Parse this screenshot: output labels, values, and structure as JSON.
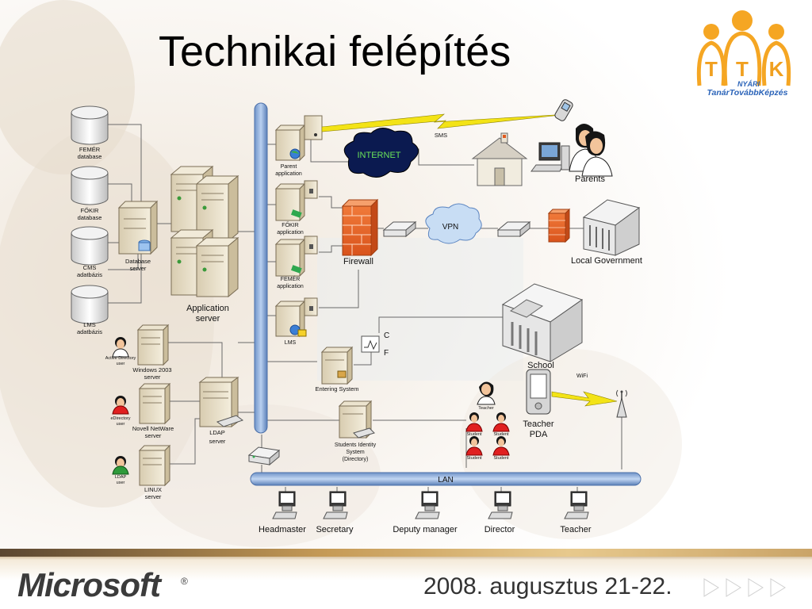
{
  "slide": {
    "title": "Technikai felépítés",
    "logo": {
      "letters": [
        "T",
        "T",
        "K"
      ],
      "line1": "NYÁRI",
      "line2": "TanárTovábbKépzés"
    },
    "footer": {
      "brand": "Microsoft",
      "date": "2008. augusztus 21-22."
    }
  },
  "diagram": {
    "databases": [
      {
        "name": "FEMÉR",
        "sub": "database"
      },
      {
        "name": "FŐKIR",
        "sub": "database"
      },
      {
        "name": "CMS",
        "sub": "adatbázis"
      },
      {
        "name": "LMS",
        "sub": "adatbázis"
      }
    ],
    "database_server": [
      "Database",
      "server"
    ],
    "application_server": [
      "Application",
      "server"
    ],
    "apps": [
      [
        "Parent",
        "application"
      ],
      [
        "FŐKIR",
        "application"
      ],
      [
        "FEMÉR",
        "application"
      ],
      [
        "LMS"
      ]
    ],
    "internet": "INTERNET",
    "sms": "SMS",
    "parents": "Parents",
    "vpn": "VPN",
    "firewall": "Firewall",
    "local_government": "Local Government",
    "school": "School",
    "cf": [
      "C",
      "F"
    ],
    "entering_system": "Entering System",
    "students_identity": [
      "Students Identity",
      "System",
      "(Directory)"
    ],
    "wifi": "WiFi",
    "teacher_pda": [
      "Teacher",
      "PDA"
    ],
    "teacher_small": "Teacher",
    "student": "Student",
    "dir_servers": [
      [
        "Windows 2003",
        "server"
      ],
      [
        "Novell NetWare",
        "server"
      ],
      [
        "LINUX",
        "server"
      ]
    ],
    "dir_users": [
      [
        "Active Directory",
        "user"
      ],
      [
        "eDirectory",
        "user"
      ],
      [
        "LDAP",
        "user"
      ]
    ],
    "ldap_server": [
      "LDAP",
      "server"
    ],
    "lan": "LAN",
    "lan_clients": [
      "Headmaster",
      "Secretary",
      "Deputy manager",
      "Director",
      "Teacher"
    ]
  }
}
